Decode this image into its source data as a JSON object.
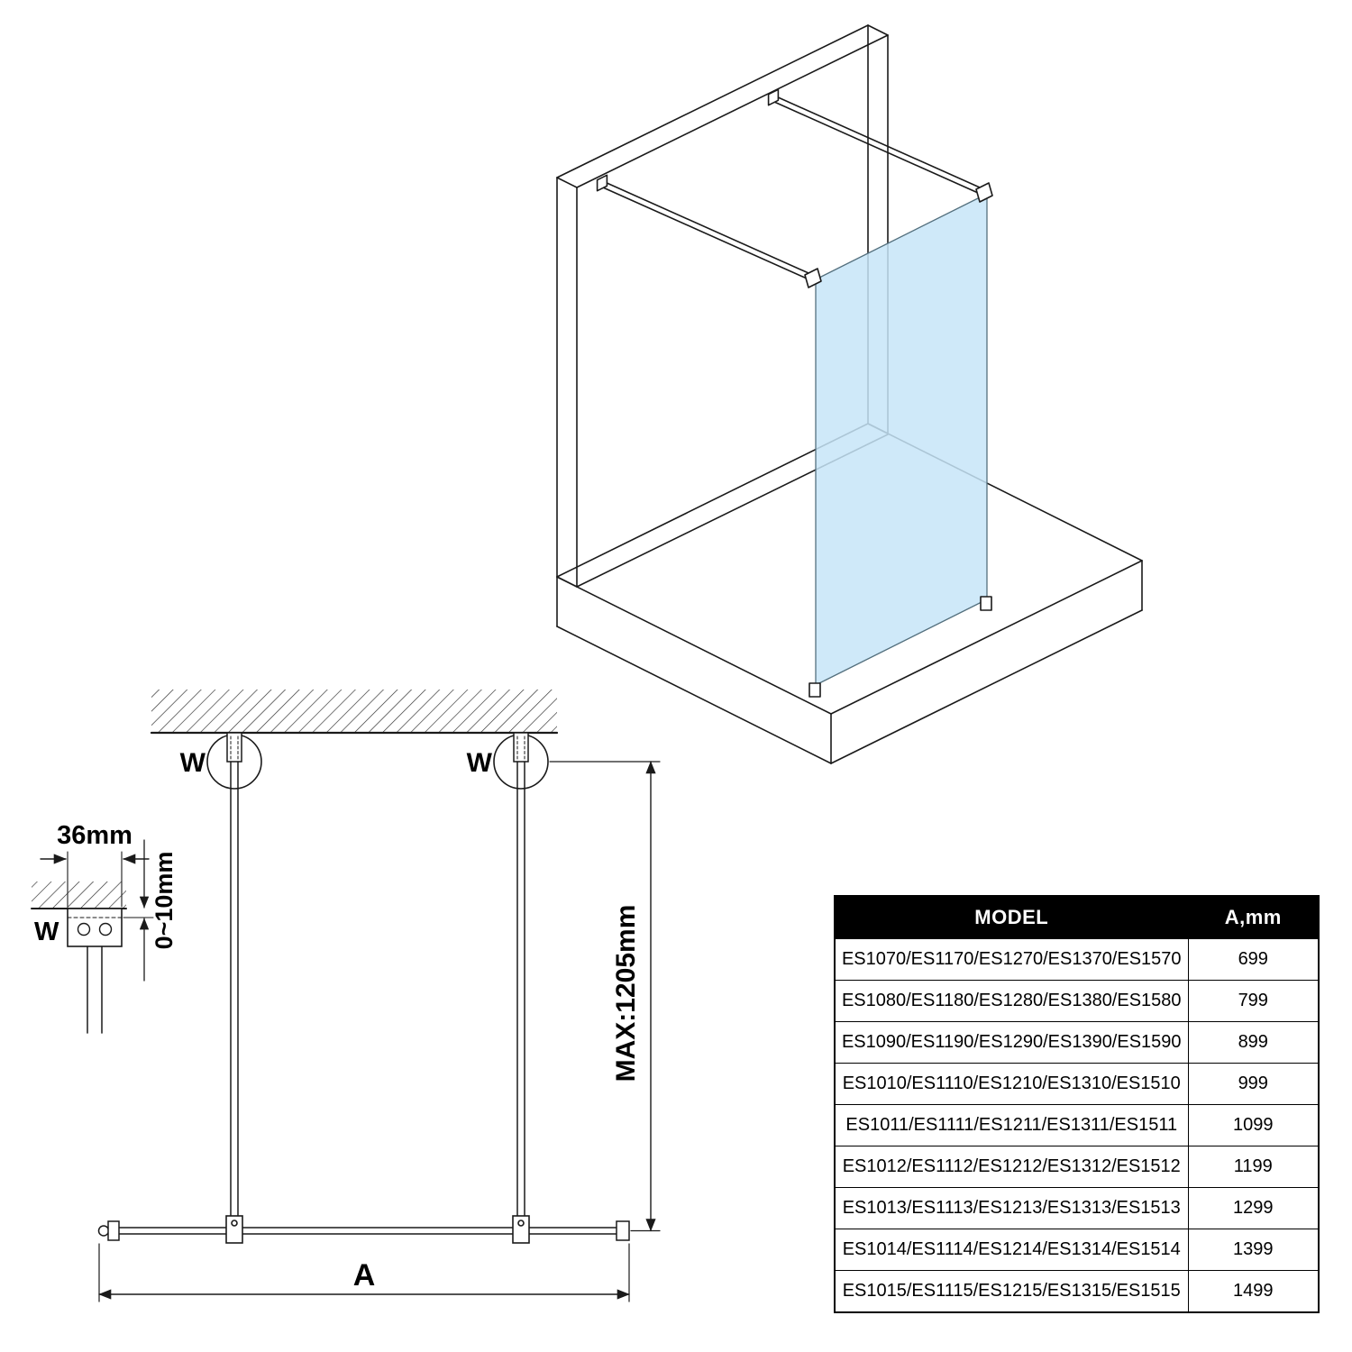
{
  "colors": {
    "line": "#1a1a1a",
    "glass": "#c7e5f8",
    "table_header_bg": "#000000",
    "table_header_text": "#ffffff"
  },
  "plan_view": {
    "wall_marker_left": "W",
    "wall_marker_right": "W",
    "max_height_label": "MAX:1205mm",
    "width_dim_label": "A",
    "detail": {
      "width_label": "36mm",
      "wall_label": "W",
      "gap_label": "0~10mm"
    }
  },
  "table": {
    "headers": {
      "model": "MODEL",
      "a_mm": "A,mm"
    },
    "rows": [
      {
        "model": "ES1070/ES1170/ES1270/ES1370/ES1570",
        "a": "699"
      },
      {
        "model": "ES1080/ES1180/ES1280/ES1380/ES1580",
        "a": "799"
      },
      {
        "model": "ES1090/ES1190/ES1290/ES1390/ES1590",
        "a": "899"
      },
      {
        "model": "ES1010/ES1110/ES1210/ES1310/ES1510",
        "a": "999"
      },
      {
        "model": "ES1011/ES1111/ES1211/ES1311/ES1511",
        "a": "1099"
      },
      {
        "model": "ES1012/ES1112/ES1212/ES1312/ES1512",
        "a": "1199"
      },
      {
        "model": "ES1013/ES1113/ES1213/ES1313/ES1513",
        "a": "1299"
      },
      {
        "model": "ES1014/ES1114/ES1214/ES1314/ES1514",
        "a": "1399"
      },
      {
        "model": "ES1015/ES1115/ES1215/ES1315/ES1515",
        "a": "1499"
      }
    ]
  }
}
